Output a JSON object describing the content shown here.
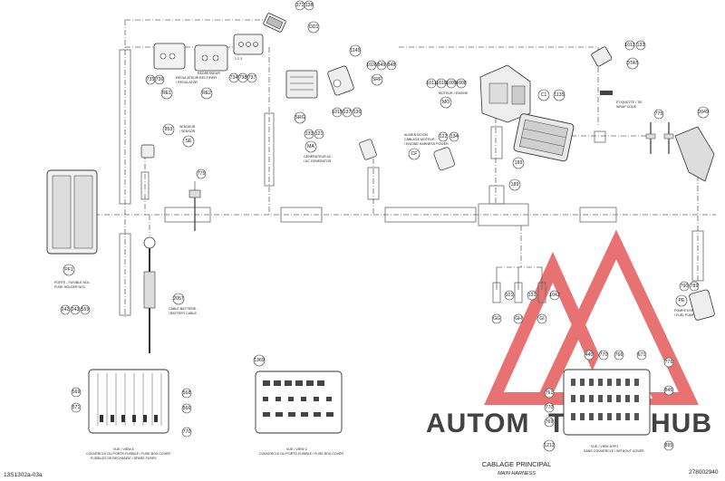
{
  "doc_id": "13S1302a-03a",
  "drawing_no": "278002940",
  "title": "CABLAGE PRINCIPAL",
  "subtitle": "MAIN HARNESS",
  "watermark": {
    "part1": "AUTOM",
    "part2": "TO",
    "part3": "HUB",
    "color_main": "#e8b33a",
    "color_red": "#e03a3a"
  },
  "refs": {
    "r371": "371",
    "r138": "138",
    "r0D1": "OD1",
    "r1145": "1145",
    "r1026": "1026",
    "r849": "849",
    "r848": "848",
    "rSRF": "SRF",
    "r735": "735",
    "r736": "736",
    "r734": "734",
    "r738": "738",
    "r737": "737",
    "rRE1": "RE1",
    "rRE2": "RE2",
    "r1015": "1015",
    "r137": "137",
    "r136": "136",
    "rSRG": "SRG",
    "r1011": "1011",
    "r1010": "1010",
    "r1009": "1009",
    "r1008": "1008",
    "rMO": "MO",
    "rC1": "C1",
    "r1135": "1135",
    "r1013": "1013",
    "r133": "133",
    "rDTAS": "DTAS",
    "r853": "853",
    "rSE": "SE",
    "r133b": "133",
    "r121": "121",
    "rMA": "MA",
    "r122": "122",
    "r134": "134",
    "rCF": "CF",
    "r775a": "775",
    "r775b": "775",
    "r2049": "2049",
    "r189a": "189",
    "r189b": "189",
    "rPF1": "PF1",
    "r242": "242",
    "r243": "243",
    "r559": "559",
    "r2057": "2057",
    "r101": "101",
    "r131": "131",
    "r1042": "1042",
    "rGG": "GG",
    "rGH": "GH",
    "rGI": "GI",
    "r790": "790",
    "r789": "789",
    "rPE": "PE",
    "r569": "569",
    "r571": "571",
    "r568": "568",
    "r566": "566",
    "r770a": "770",
    "r1369": "1369",
    "r440": "440",
    "r770b": "770",
    "r766": "766",
    "r671": "671",
    "r776": "776",
    "r761": "761",
    "r770c": "770",
    "r769": "769",
    "r1212": "1212",
    "r895": "895",
    "r846": "846"
  },
  "labels": {
    "regulator_fr": "RÉGULATEUR",
    "regulator_en": "/ REGULATOR",
    "rectifier_fr": "REDRESSEUR",
    "rectifier_en": "/ RECTIFIER",
    "sensor_fr": "SENSEUR",
    "sensor_en": "/ SENSOR",
    "generator": "GÉNÉRATEUR AC",
    "generator_en": "/ AC GENERATOR",
    "engine_harness": "ALIMENTATION",
    "engine_harness2": "CÂBLAGE MOTEUR",
    "engine_harness3": "/ ENGINE HARNESS POWER",
    "motor": "MOTEUR / ENGINE",
    "tie_wrap_fr": "ÉTIQUETTE / TIE",
    "tie_wrap_en": "WRAP CODE",
    "fuse_holder_fr": "PORTE - FUSIBLE NO1",
    "fuse_holder_en": "FUSE HOLDER NO1",
    "battery_fr": "CÂBLE BATTERIE -",
    "battery_en": "/ BATTERY CABLE -",
    "fuel_pump_fr": "POMPE ESSENCE",
    "fuel_pump_en": "/ FUEL PUMP",
    "view_a": "VUE / VIEW A",
    "view_a_fr": "COUVERCLE DU PORTE-FUSIBLE / FUSE BOX COVER",
    "view_a_en": "FUSIBLES DE RECHANGE / SPARE FUSES",
    "view_c": "VUE / VIEW C",
    "view_c_fr": "COUVERCLE DU PORTE-FUSIBLE / FUSE BOX COVER",
    "view_b": "VUE / VIEW B    PF1",
    "view_b_fr": "SANS COUVERCLE / WITHOUT COVER",
    "pins_123": "1   2   3"
  }
}
